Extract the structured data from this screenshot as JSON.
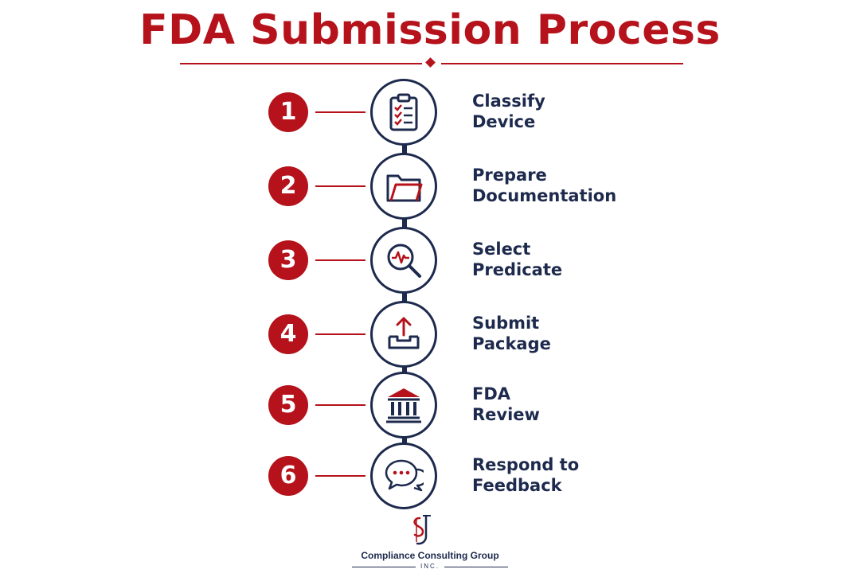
{
  "title": "FDA Submission Process",
  "colors": {
    "accent": "#b5121b",
    "navy": "#1d2a4d",
    "background": "#ffffff"
  },
  "steps": [
    {
      "number": "1",
      "line1": "Classify",
      "line2": "Device",
      "icon": "clipboard-checklist-icon"
    },
    {
      "number": "2",
      "line1": "Prepare",
      "line2": "Documentation",
      "icon": "folder-icon"
    },
    {
      "number": "3",
      "line1": "Select",
      "line2": "Predicate",
      "icon": "magnifier-heartbeat-icon"
    },
    {
      "number": "4",
      "line1": "Submit",
      "line2": "Package",
      "icon": "upload-tray-icon"
    },
    {
      "number": "5",
      "line1": "FDA",
      "line2": "Review",
      "icon": "government-building-icon"
    },
    {
      "number": "6",
      "line1": "Respond to",
      "line2": "Feedback",
      "icon": "chat-bubbles-icon"
    }
  ],
  "footer": {
    "logo_icon": "company-monogram-logo",
    "company": "Compliance Consulting Group",
    "suffix": "INC."
  }
}
